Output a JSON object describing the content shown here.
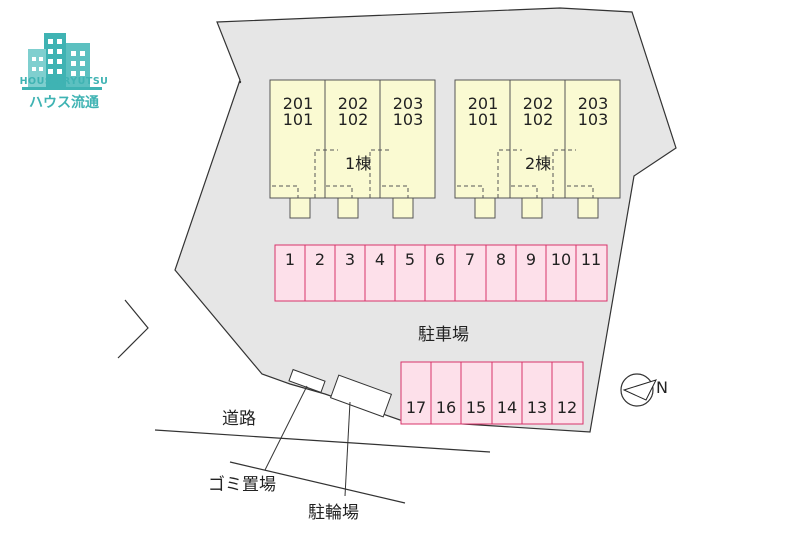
{
  "logo": {
    "brand_en": "HOUSE RYUTSU",
    "brand_ja": "ハウス流通",
    "color": "#3fb3b3"
  },
  "colors": {
    "site": "#e6e6e6",
    "building": "#fafad2",
    "parking": "#fde0ea",
    "parking_border": "#d8336a",
    "outline": "#333333"
  },
  "buildings": [
    {
      "name": "1棟",
      "upper": [
        "201",
        "202",
        "203"
      ],
      "lower": [
        "101",
        "102",
        "103"
      ]
    },
    {
      "name": "2棟",
      "upper": [
        "201",
        "202",
        "203"
      ],
      "lower": [
        "101",
        "102",
        "103"
      ]
    }
  ],
  "parking_top": [
    "1",
    "2",
    "3",
    "4",
    "5",
    "6",
    "7",
    "8",
    "9",
    "10",
    "11"
  ],
  "parking_bottom": [
    "17",
    "16",
    "15",
    "14",
    "13",
    "12"
  ],
  "labels": {
    "parking_lot": "駐車場",
    "road": "道路",
    "garbage": "ゴミ置場",
    "bicycle": "駐輪場",
    "north": "N"
  },
  "icons": {
    "compass": "north-arrow-icon",
    "logo": "building-logo-icon"
  }
}
